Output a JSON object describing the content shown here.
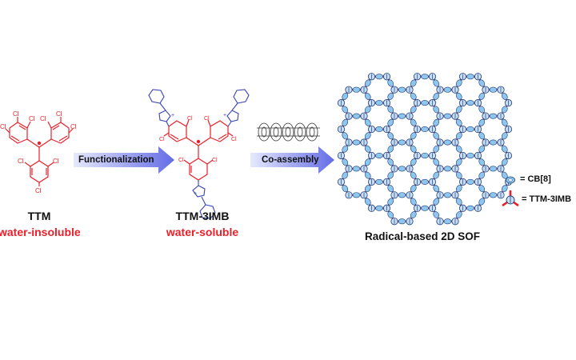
{
  "ttm": {
    "name": "TTM",
    "property": "water-insoluble",
    "substituent": "Cl"
  },
  "ttm3imb": {
    "name": "TTM-3IMB",
    "property": "water-soluble",
    "substituent": "Cl",
    "charge": "+"
  },
  "steps": {
    "step1": "Functionalization",
    "step2": "Co-assembly"
  },
  "sof": {
    "title": "Radical-based 2D SOF"
  },
  "legend": {
    "cb8": "= CB[8]",
    "ttm3imb": "= TTM-3IMB"
  },
  "colors": {
    "red": "#e8202a",
    "blue": "#3a45b4",
    "property_red": "#e8202a",
    "arrow_start": "#dfe3fb",
    "arrow_end": "#6a73e6",
    "ring_fill": "#c6ddf3",
    "ring_stroke": "#1b3f80"
  }
}
